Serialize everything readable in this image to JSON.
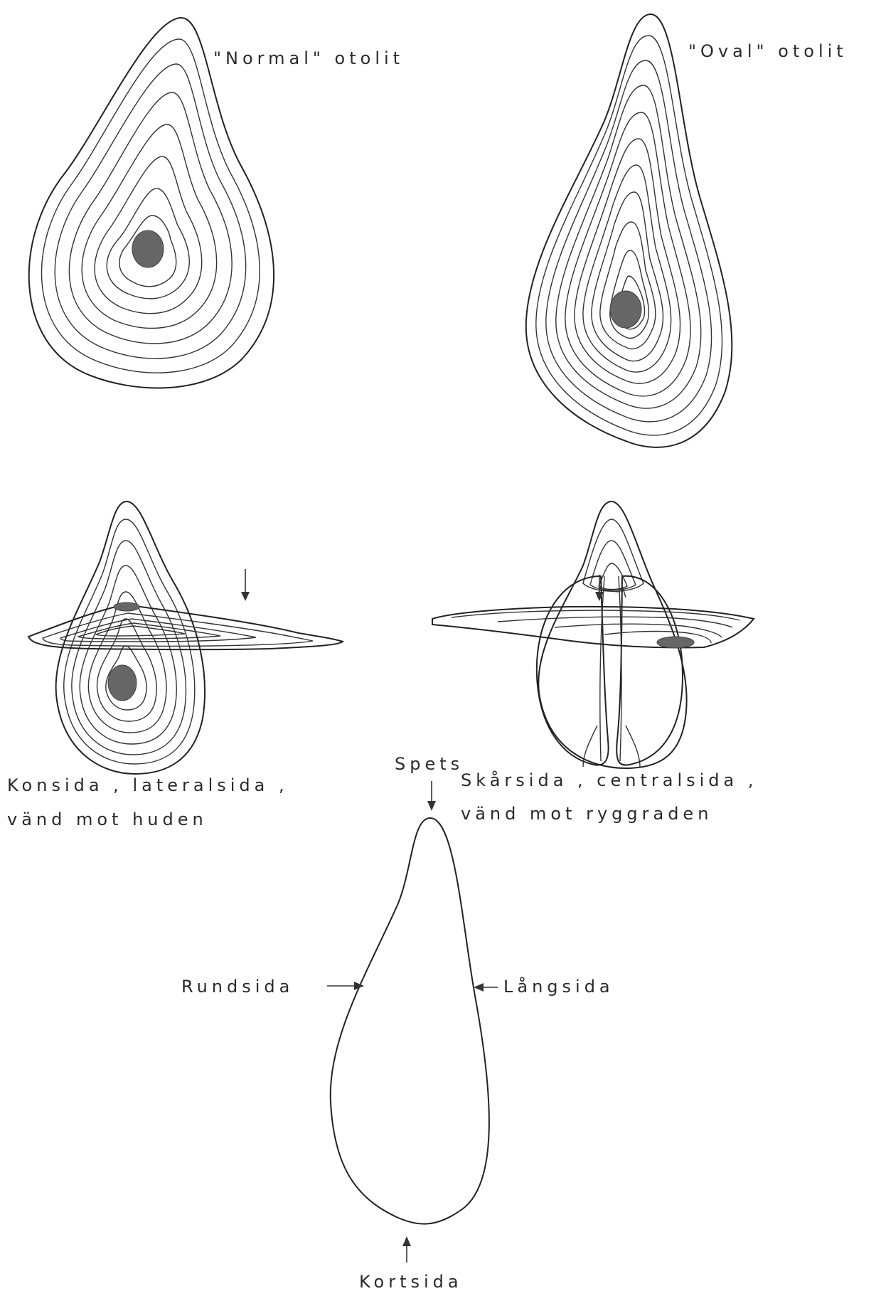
{
  "labels": {
    "normal": "\"Normal\" otolit",
    "oval": "\"Oval\" otolit",
    "konsida_line1": "Konsida , lateralsida ,",
    "konsida_line2": "vänd  mot  huden",
    "skarsida_line1": "Skårsida , centralsida ,",
    "skarsida_line2": "vänd  mot  ryggraden",
    "spets": "Spets",
    "rundsida": "Rundsida",
    "langsida": "Långsida",
    "kortsida": "Kortsida"
  },
  "colors": {
    "line": "#333333",
    "nucleus": "#666666"
  }
}
